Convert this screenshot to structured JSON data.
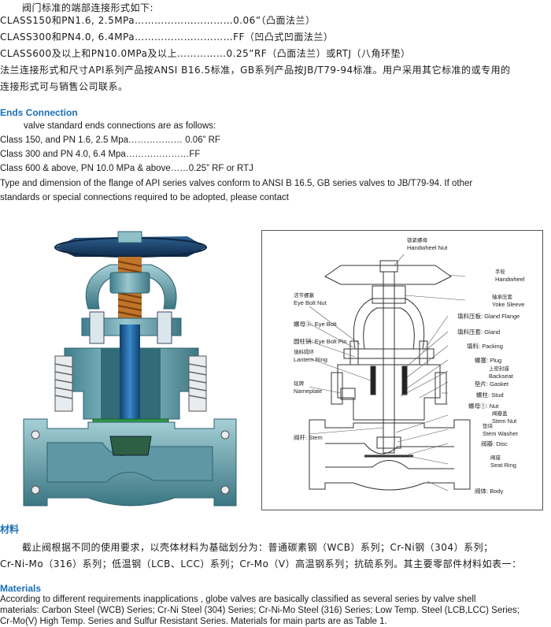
{
  "zh_section": {
    "intro": "阀门标准的端部连接形式如下:",
    "line1": "CLASS150和PN1.6, 2.5MPa…………………………0.06”（凸面法兰）",
    "line2": "CLASS300和PN4.0, 6.4MPa…………………………FF（凹凸式凹面法兰）",
    "line3": "CLASS600及以上和PN10.0MPa及以上……………0.25”RF（凸面法兰）或RTJ（八角环垫）",
    "line4": "法兰连接形式和尺寸API系列产品按ANSI B16.5标准，GB系列产品按JB/T79-94标准。用户采用其它标准的或专用的",
    "line5": "连接形式可与销售公司联系。"
  },
  "en_section": {
    "heading": "Ends Connection",
    "intro": "valve standard ends connections are as follows:",
    "line1": "Class 150,  and PN 1.6, 2.5 Mpa……………… 0.06” RF",
    "line2": "Class 300 and PN 4.0, 6.4 Mpa…………………FF",
    "line3": "Class 600 & above, PN 10.0 MPa & above……0.25” RF or RTJ",
    "line4": "Type and dimension of the flange of API series valves conform to ANSI B 16.5, GB series valves to JB/T79-94. If other",
    "line5": "standards or special connections required to be adopted, please contact"
  },
  "diagram_labels": {
    "handwheel_nut": {
      "cn": "锁紧螺母",
      "en": "Handwheel Nut"
    },
    "handwheel": {
      "cn": "手轮",
      "en": "Handwheel"
    },
    "yoke_sleeve": {
      "cn": "轴承压套",
      "en": "Yoke Sleeve"
    },
    "eye_bolt_nut": {
      "cn": "活节螺塞",
      "en": "Eye Bolt Nut"
    },
    "gland_flange": {
      "cn": "填料压板:",
      "en": "Gland Flange"
    },
    "eye_bolt": {
      "cn": "螺母②:",
      "en": "Eye Bolt"
    },
    "gland": {
      "cn": "填料压套:",
      "en": "Gland"
    },
    "eye_bolt_pin": {
      "cn": "圆柱销:",
      "en": "Eye Bolt Pin"
    },
    "packing": {
      "cn": "填料:",
      "en": "Packing"
    },
    "lantern_ring": {
      "cn": "填料隔环",
      "en": "Lantern Ring"
    },
    "plug": {
      "cn": "螺塞:",
      "en": "Plug"
    },
    "backseat": {
      "cn": "上密封座",
      "en": "Backseat"
    },
    "gasket": {
      "cn": "垫片:",
      "en": "Gasket"
    },
    "nameplate": {
      "cn": "铭牌",
      "en": "Nameplate"
    },
    "stud": {
      "cn": "螺柱:",
      "en": "Stud"
    },
    "nut": {
      "cn": "螺母①:",
      "en": "Nut"
    },
    "stem_nut": {
      "cn": "阀瓣盖",
      "en": "Stem Nut"
    },
    "stem_washer": {
      "cn": "垫块",
      "en": "Stem Washer"
    },
    "stem": {
      "cn": "阀杆:",
      "en": "Stem"
    },
    "disc": {
      "cn": "阀瓣:",
      "en": "Disc"
    },
    "seat_ring": {
      "cn": "阀座",
      "en": "Seat Ring"
    },
    "body": {
      "cn": "阀体:",
      "en": "Body"
    }
  },
  "materials_zh": {
    "heading": "材料",
    "line1": "截止阀根据不同的使用要求，以壳体材料为基础划分为：普通碳素钢（WCB）系列；Cr-Ni钢（304）系列；",
    "line2": "Cr-Ni-Mo（316）系列；低温钢（LCB、LCC）系列；Cr-Mo（V）高温钢系列；抗硫系列。其主要零部件材料如表一："
  },
  "materials_en": {
    "heading": "Materials",
    "line1": "According to different requirements inapplications ,          globe valves are basically classified as several series by valve shell",
    "line2": "materials: Carbon Steel (WCB) Series; Cr-Ni Steel (304) Series; Cr-Ni-Mo Steel (316) Series; Low Temp. Steel (LCB,LCC) Series;",
    "line3": "Cr-Mo(V) High Temp. Series and Sulfur Resistant Series. Materials for main parts are as Table 1."
  }
}
